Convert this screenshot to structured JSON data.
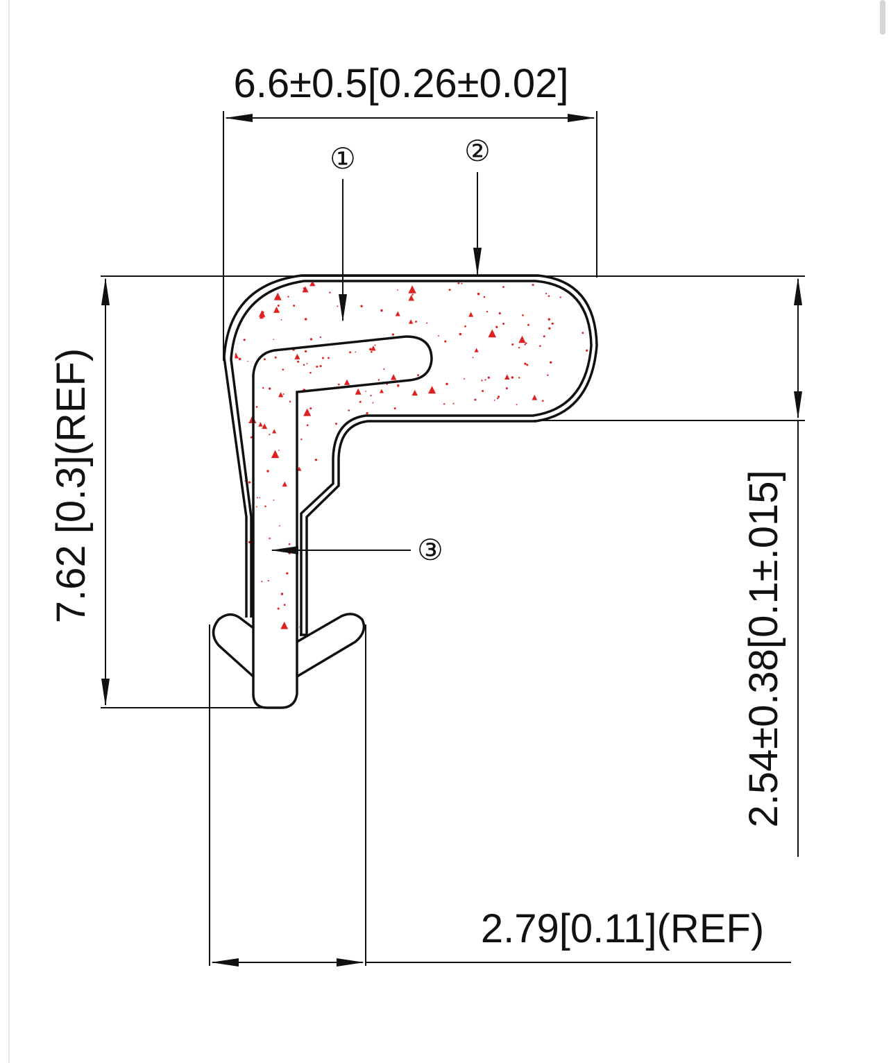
{
  "dimensions": {
    "width_top": "6.6±0.5[0.26±0.02]",
    "height_left": "7.62 [0.3](REF)",
    "height_right": "2.54±0.38[0.1±.015]",
    "width_bottom": "2.79[0.11](REF)"
  },
  "callouts": [
    "①",
    "②",
    "③"
  ],
  "colors": {
    "line": "#111111",
    "fill_speckle": "#e02020",
    "background": "#ffffff"
  }
}
